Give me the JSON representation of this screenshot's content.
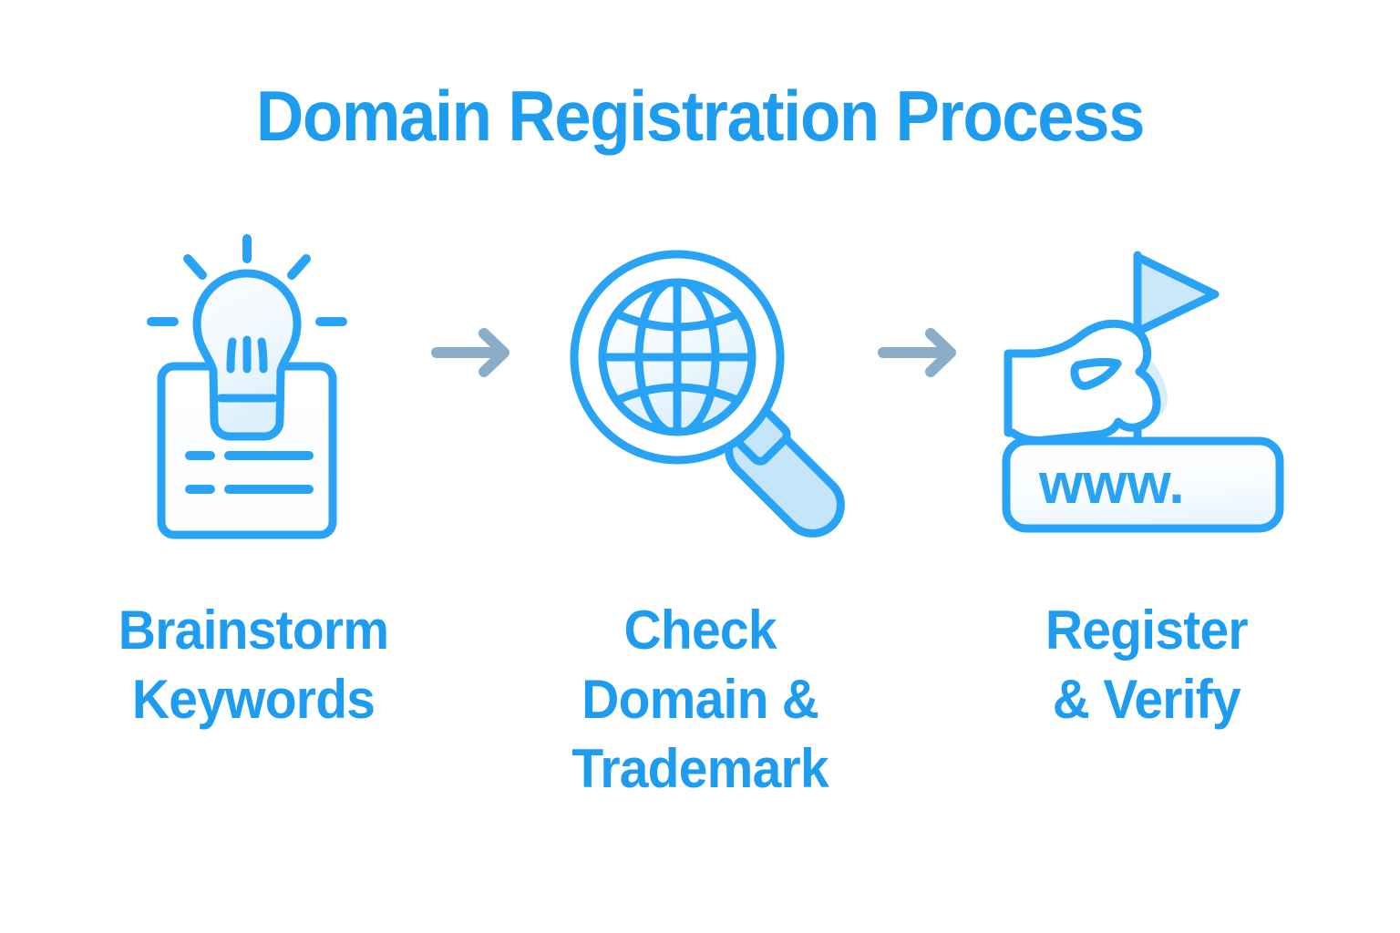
{
  "title": "Domain Registration Process",
  "colors": {
    "title_blue": "#1e9cf0",
    "icon_stroke": "#29a3f5",
    "label_blue": "#1e9cf0",
    "arrow_gray": "#8aadc9",
    "fill_pale": "#e3f2fd",
    "fill_light": "#cbe8fb",
    "background": "#ffffff"
  },
  "steps": [
    {
      "index": 1,
      "icon": "lightbulb-document-icon",
      "icon_name": "brainstorm-icon",
      "label_lines": [
        "Brainstorm",
        "Keywords"
      ],
      "label_full": "Brainstorm Keywords"
    },
    {
      "index": 2,
      "icon": "magnifier-globe-icon",
      "icon_name": "check-domain-icon",
      "label_lines": [
        "Check",
        "Domain &",
        "Trademark"
      ],
      "label_full": "Check Domain & Trademark"
    },
    {
      "index": 3,
      "icon": "hand-flag-www-icon",
      "icon_name": "register-verify-icon",
      "label_lines": [
        "Register",
        "& Verify"
      ],
      "label_full": "Register & Verify",
      "address_bar_text": "www."
    }
  ],
  "arrows": [
    {
      "name": "arrow-step-1-to-2",
      "glyph": "right-arrow"
    },
    {
      "name": "arrow-step-2-to-3",
      "glyph": "right-arrow"
    }
  ]
}
